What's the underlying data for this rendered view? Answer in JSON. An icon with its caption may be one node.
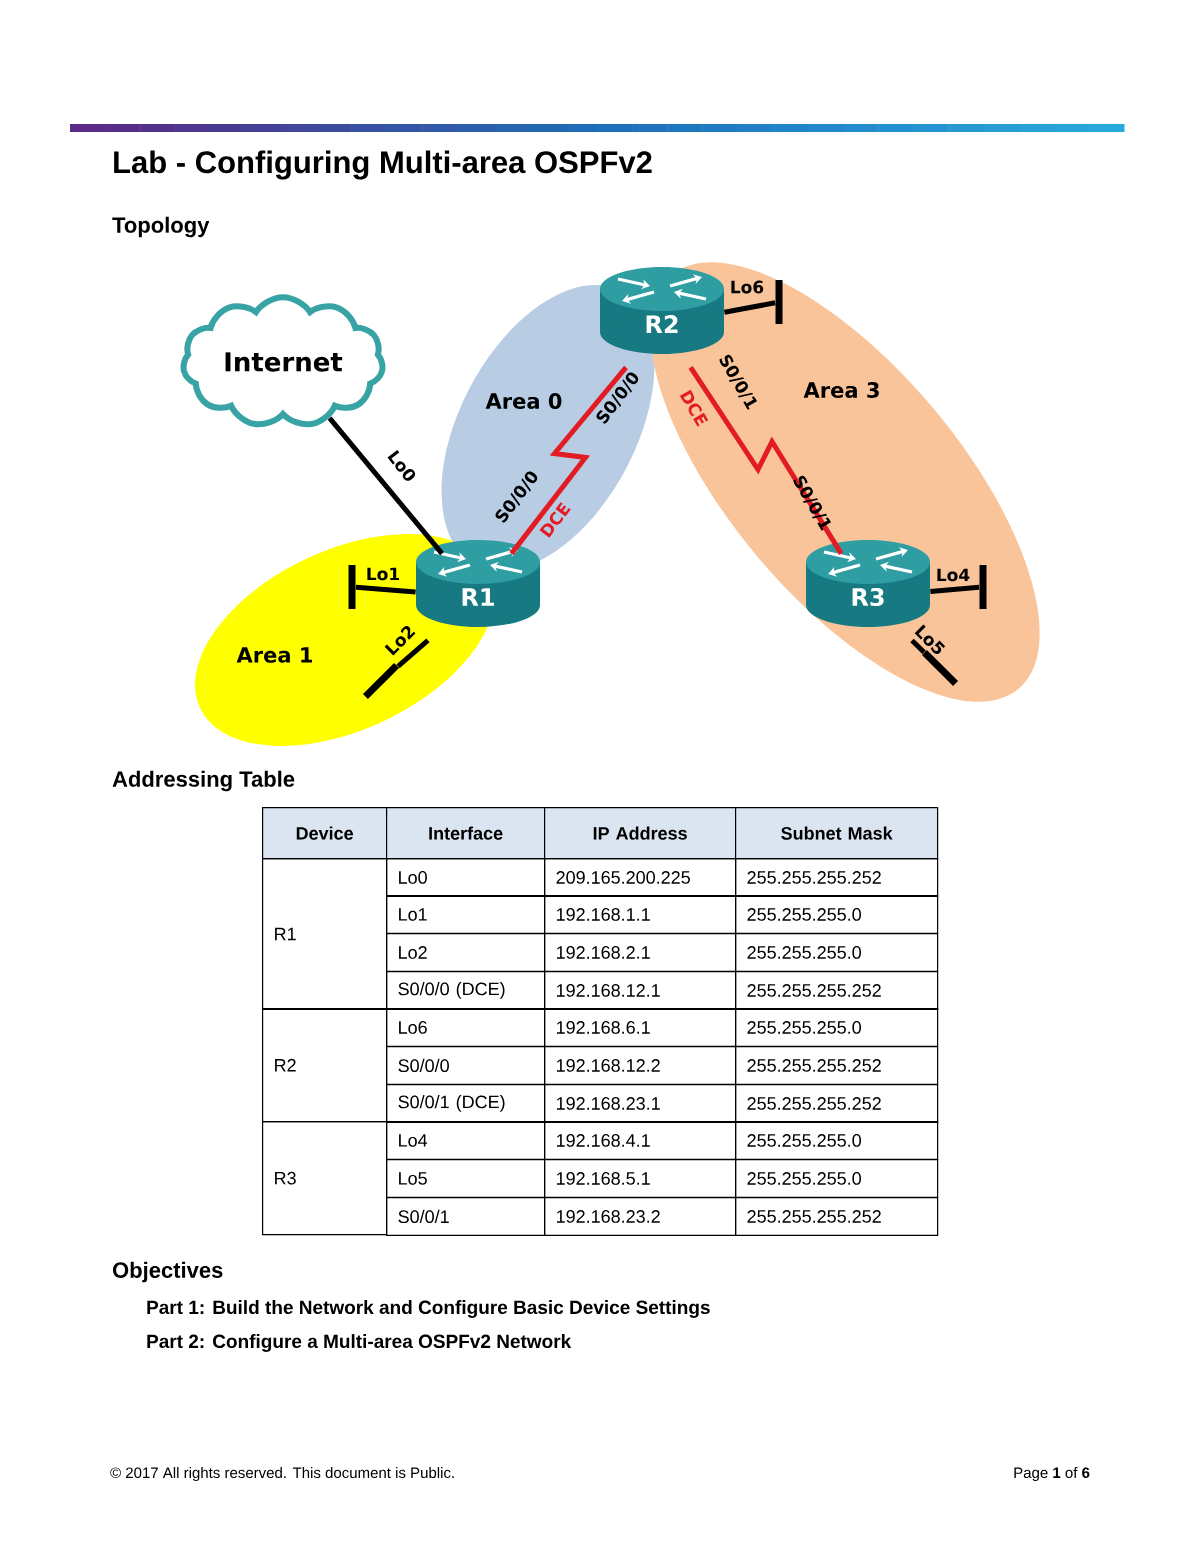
{
  "diagram": {
    "title": "Lab - Configuring Multi-area OSPFv2",
    "nodes": [
      {
        "text": [
          "Internet"
        ]
      },
      {
        "text": [
          "R1"
        ]
      },
      {
        "text": [
          "R2"
        ]
      },
      {
        "text": [
          "R3"
        ]
      },
      {
        "text": [],
        "shape": "bar"
      },
      {
        "text": [],
        "shape": "bar"
      },
      {
        "text": [],
        "shape": "bar"
      },
      {
        "text": [],
        "shape": "bar"
      },
      {
        "text": [],
        "shape": "bar"
      }
    ],
    "edges": [
      {
        "from": 1,
        "to": 0,
        "arrow": "none",
        "label": "Lo0"
      },
      {
        "from": 1,
        "to": 2,
        "arrow": "none",
        "label": "S0/0/0",
        "color": "#e31b23"
      },
      {
        "from": 2,
        "to": 3,
        "arrow": "none",
        "label": "S0/0/1",
        "color": "#e31b23"
      },
      {
        "from": 1,
        "to": 5,
        "arrow": "none",
        "label": "Lo1"
      },
      {
        "from": 1,
        "to": 7,
        "arrow": "none",
        "label": "Lo2"
      },
      {
        "from": 2,
        "to": 4,
        "arrow": "none",
        "label": "Lo6"
      },
      {
        "from": 3,
        "to": 6,
        "arrow": "none",
        "label": "Lo4"
      },
      {
        "from": 3,
        "to": 8,
        "arrow": "none",
        "label": "Lo5"
      }
    ],
    "labels": [
      "Topology",
      "Area 3",
      "Area 0",
      "Area 1",
      "S0/0/0",
      "DCE",
      "S0/0/1",
      "DCE",
      "Addressing Table",
      "Device",
      "Interface",
      "IP Address",
      "Subnet Mask",
      "R1",
      "Lo0",
      "209.165.200.225",
      "255.255.255.252",
      "Lo1",
      "192.168.1.1",
      "255.255.255.0",
      "Lo2",
      "192.168.2.1",
      "255.255.255.0",
      "S0/0/0 (DCE)",
      "192.168.12.1",
      "255.255.255.252",
      "R2",
      "Lo6",
      "192.168.6.1",
      "255.255.255.0",
      "S0/0/0",
      "192.168.12.2",
      "255.255.255.252",
      "S0/0/1 (DCE)",
      "192.168.23.1",
      "255.255.255.252",
      "R3",
      "Lo4",
      "192.168.4.1",
      "255.255.255.0",
      "Lo5",
      "192.168.5.1",
      "255.255.255.0",
      "S0/0/1",
      "192.168.23.2",
      "255.255.255.252",
      "Objectives",
      "Part 1: Build the Network and Configure Basic Device Settings",
      "Part 2: Configure a Multi-area OSPFv2 Network",
      "© 2017 All rights reserved. This document is Public.",
      "Page **1** of **6**"
    ]
  }
}
